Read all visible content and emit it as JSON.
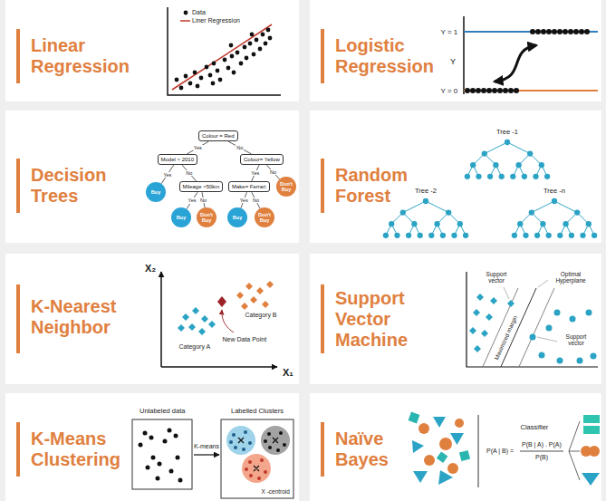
{
  "diagram": {
    "nodes": [
      {
        "text": [
          "Linear Regression"
        ]
      },
      {
        "text": [
          "Logistic Regression"
        ]
      },
      {
        "text": [
          "Decision Trees"
        ]
      },
      {
        "text": [
          "Random Forest"
        ]
      },
      {
        "text": [
          "K-Nearest Neighbor"
        ]
      },
      {
        "text": [
          "Support Vector Machine"
        ]
      },
      {
        "text": [
          "K-Means Clustering"
        ]
      },
      {
        "text": [
          "Naïve Bayes"
        ]
      },
      {
        "text": [
          "Colour = Red"
        ],
        "in": 2
      },
      {
        "text": [
          "Model > 2010"
        ],
        "in": 2
      },
      {
        "text": [
          "Colour= Yellow"
        ],
        "in": 2
      },
      {
        "text": [
          "Buy"
        ],
        "in": 2
      },
      {
        "text": [
          "Mileage <50km"
        ],
        "in": 2
      },
      {
        "text": [
          "Make= Ferrari"
        ],
        "in": 2
      },
      {
        "text": [
          "Don't Buy"
        ],
        "in": 2
      },
      {
        "text": [
          "Buy"
        ],
        "in": 2
      },
      {
        "text": [
          "Don't Buy"
        ],
        "in": 2
      },
      {
        "text": [
          "Buy"
        ],
        "in": 2
      },
      {
        "text": [
          "Don't Buy"
        ],
        "in": 2
      }
    ],
    "edges": [
      {
        "from": 8,
        "to": 9,
        "label": "Yes",
        "arrow": "none"
      },
      {
        "from": 8,
        "to": 10,
        "label": "No",
        "arrow": "none"
      },
      {
        "from": 9,
        "to": 11,
        "label": "Yes",
        "arrow": "none"
      },
      {
        "from": 9,
        "to": 12,
        "label": "No",
        "arrow": "none"
      },
      {
        "from": 10,
        "to": 13,
        "label": "Yes",
        "arrow": "none"
      },
      {
        "from": 10,
        "to": 14,
        "label": "No",
        "arrow": "none"
      },
      {
        "from": 12,
        "to": 15,
        "label": "Yes",
        "arrow": "none"
      },
      {
        "from": 12,
        "to": 16,
        "label": "No",
        "arrow": "none"
      },
      {
        "from": 13,
        "to": 17,
        "label": "Yes",
        "arrow": "none"
      },
      {
        "from": 13,
        "to": 18,
        "label": "No",
        "arrow": "none"
      }
    ],
    "labels": [
      "Y = 1",
      "Y",
      "Y = 0",
      "Tree -1",
      "Tree -2",
      "Tree -n",
      "X₂",
      "New Data Point",
      "Category B",
      "Category A",
      "X₁",
      "Support vector",
      "Optimal Hyperplane",
      "Maximized margin",
      "Support vector",
      "Unlabeled data",
      "Labelled Clusters",
      "K-means",
      "X -centroid",
      "Classifier",
      "P(A | B) =",
      "P(B | A) . P(A)",
      "P(B)"
    ],
    "legend": [
      {
        "text": "Data"
      },
      {
        "text": "Liner Regression"
      }
    ]
  }
}
